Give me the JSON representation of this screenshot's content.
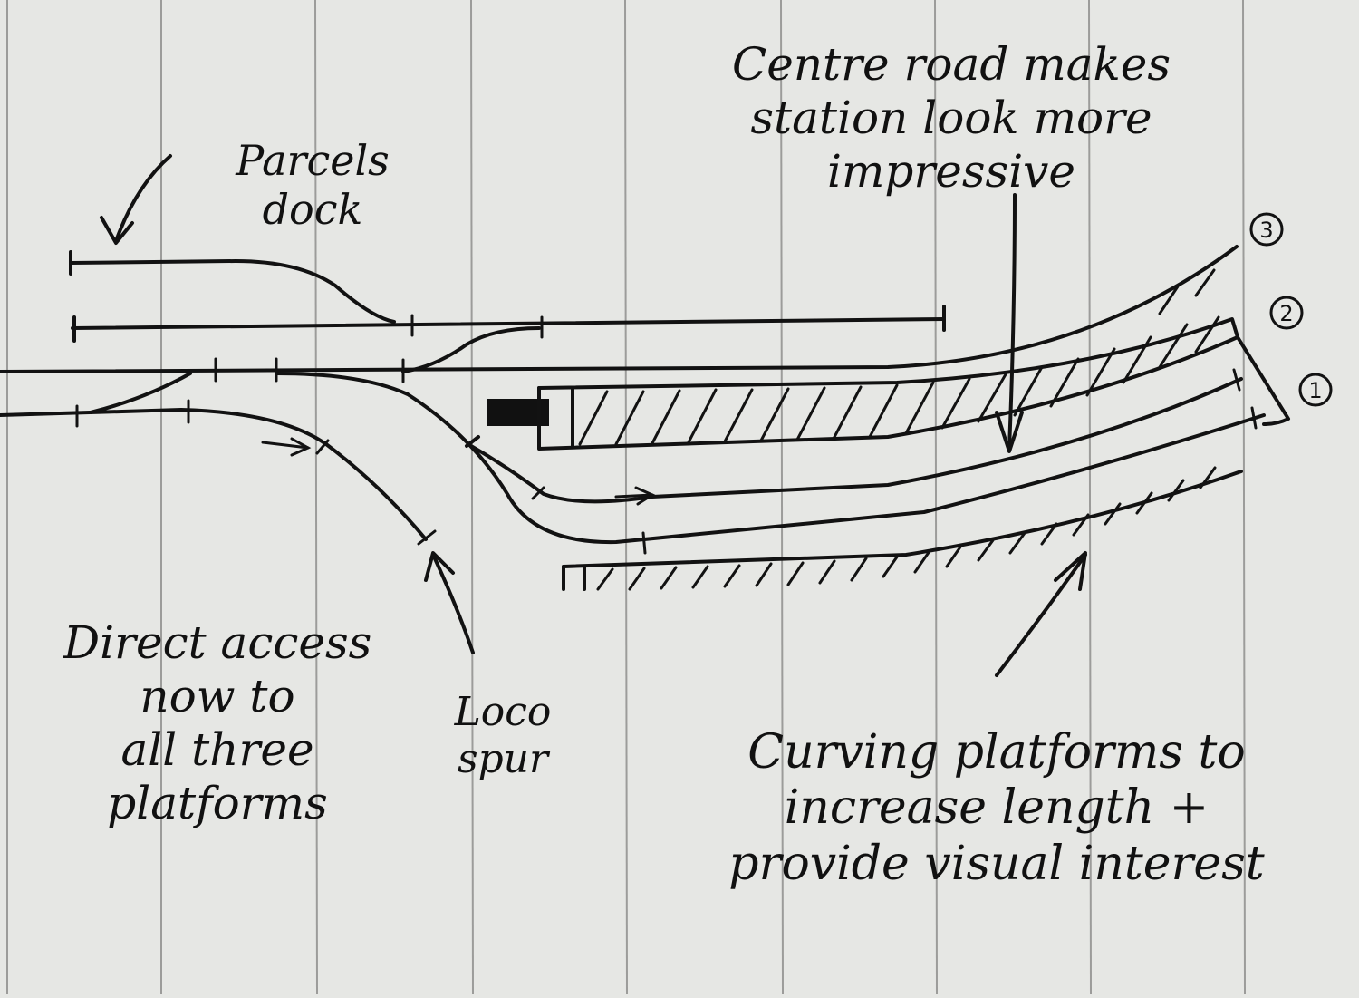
{
  "notes": {
    "centre_road": "Centre road makes\nstation look more\nimpressive",
    "parcels_dock": "Parcels\ndock",
    "direct_access": "Direct access\nnow to\nall three\nplatforms",
    "loco_spur": "Loco\nspur",
    "curving_platforms": "Curving platforms to\nincrease length +\nprovide visual interest"
  },
  "platform_numbers": [
    "3",
    "2",
    "1"
  ],
  "colors": {
    "paper": "#e6e7e4",
    "ink": "#121212",
    "ruling": "#9c9c9a"
  }
}
